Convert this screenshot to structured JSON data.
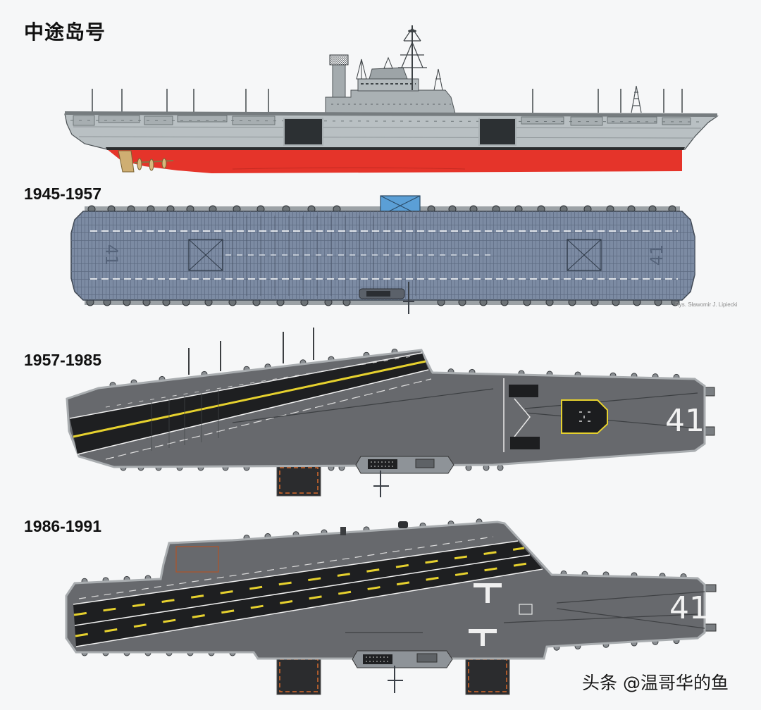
{
  "title": "中途岛号",
  "deck_plans": [
    {
      "period": "1945-1957",
      "credit": "Rys. Sławomir J. Lipiecki"
    },
    {
      "period": "1957-1985"
    },
    {
      "period": "1986-1991"
    }
  ],
  "hull_number": "41",
  "watermark": "头条 @温哥华的鱼",
  "colors": {
    "hull_gray": "#b9c0c3",
    "underwater_red": "#e5342a",
    "deck_blue": "#7c8ba3",
    "deck_gray": "#67696d",
    "runway_black": "#1e1f21",
    "centerline_yellow": "#e6d12e",
    "elevator_blue": "#5b9fd6",
    "elevator_trim_orange": "#d86a2c"
  }
}
